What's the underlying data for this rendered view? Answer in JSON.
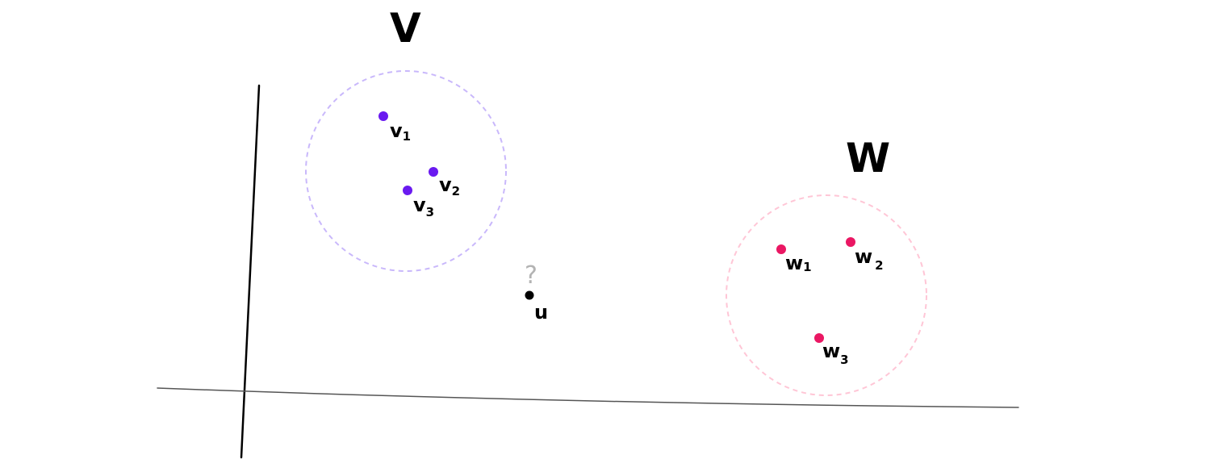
{
  "diagram": {
    "sets": [
      {
        "id": "V",
        "label": "V",
        "color": "#c9b8fb",
        "points": [
          {
            "base": "v",
            "sub": "1",
            "color": "#6a1af0"
          },
          {
            "base": "v",
            "sub": "2",
            "color": "#6a1af0"
          },
          {
            "base": "v",
            "sub": "3",
            "color": "#6a1af0"
          }
        ]
      },
      {
        "id": "W",
        "label": "W",
        "color": "#ffc6d6",
        "points": [
          {
            "base": "w",
            "sub": "1",
            "color": "#ea1763"
          },
          {
            "base": "w",
            "sub": "2",
            "color": "#ea1763"
          },
          {
            "base": "w",
            "sub": "3",
            "color": "#ea1763"
          }
        ]
      }
    ],
    "query_point": {
      "base": "u",
      "mark": "?",
      "color": "#000000",
      "mark_color": "#b3b3b3"
    },
    "axis_colors": {
      "y_axis": "#000000",
      "x_axis": "#555555"
    }
  }
}
